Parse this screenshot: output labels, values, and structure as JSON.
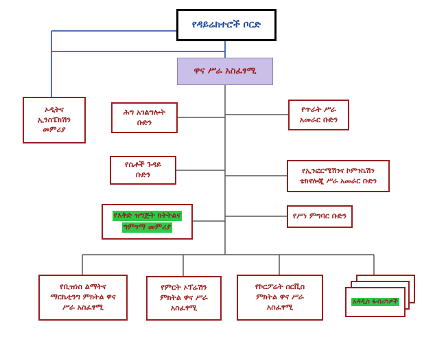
{
  "colors": {
    "box_border": "#9b1c1c",
    "box_text": "#9b1c1c",
    "board_text": "#2049a0",
    "board_border": "#000000",
    "ceo_bg": "#cabfe8",
    "ceo_border": "#8a7fb5",
    "highlight_green": "#2ec84b",
    "line_blue": "#3a5fae",
    "line_gray": "#595959"
  },
  "nodes": {
    "board": {
      "label": "የዳይሬክተሮች ቦርድ"
    },
    "ceo": {
      "label": "ዋና ሥራ አስፈፃሚ"
    },
    "audit": {
      "label": "ኦዲትና\nኢንስፔክሽን\nመምሪያ"
    },
    "legal": {
      "label": "ሕግ አገልግሎት\nቡድን"
    },
    "quality": {
      "label": "የጥራት ሥራ\nአመራር ቡድን"
    },
    "women": {
      "label": "የሴቶች ጉዳይ\nቡድን"
    },
    "ict": {
      "label": "የኢንፎርሜሽንና ኮምንኬሽን\nቴክኖሎጂ ሥራ አመራር ቡድን"
    },
    "plan": {
      "line1": "የእቅድ ዝግጅት ክትትልና",
      "line2": "ግምገማ መምሪያ"
    },
    "ethics": {
      "label": "የሥነ ምግባር ቡድን"
    },
    "business_dev": {
      "label": "የቢዝነስ ልማትና\nማርኬቲንግ ምክትል ዋና\nሥራ አስፈፃሚ"
    },
    "production": {
      "label": "የምርት ኦፕሬሽን\nምክትል ዋና ሥራ\nአስፈፃሚ"
    },
    "corporate": {
      "label": "የኮርፖሬት ሰርቪስ\nምክትል ዋና ሥራ\nአስፈፃሚ"
    },
    "factories": {
      "label": "አዳዲስ ፋብሪካዎች"
    }
  }
}
